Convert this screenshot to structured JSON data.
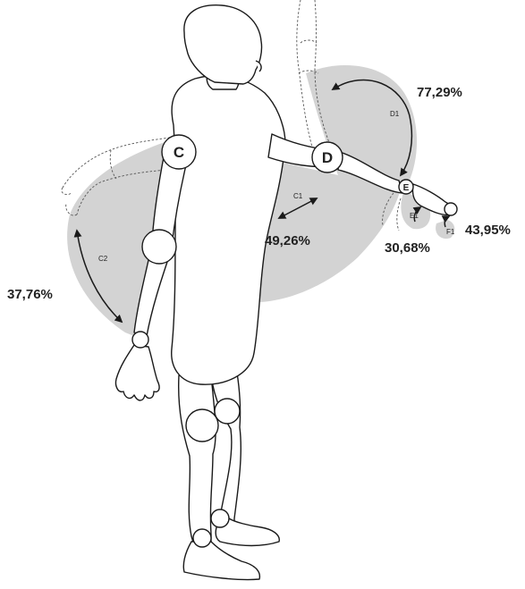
{
  "joints": {
    "c": "C",
    "d": "D",
    "e": "E"
  },
  "motions": {
    "c1": "C1",
    "c2": "C2",
    "d1": "D1",
    "e1": "E1",
    "f1": "F1"
  },
  "percentages": {
    "c1": "49,26%",
    "c2": "37,76%",
    "d1": "77,29%",
    "e1": "30,68%",
    "f1": "43,95%"
  },
  "colors": {
    "zone": "#d3d3d3",
    "outline": "#1a1a1a",
    "ghost": "#555555"
  }
}
